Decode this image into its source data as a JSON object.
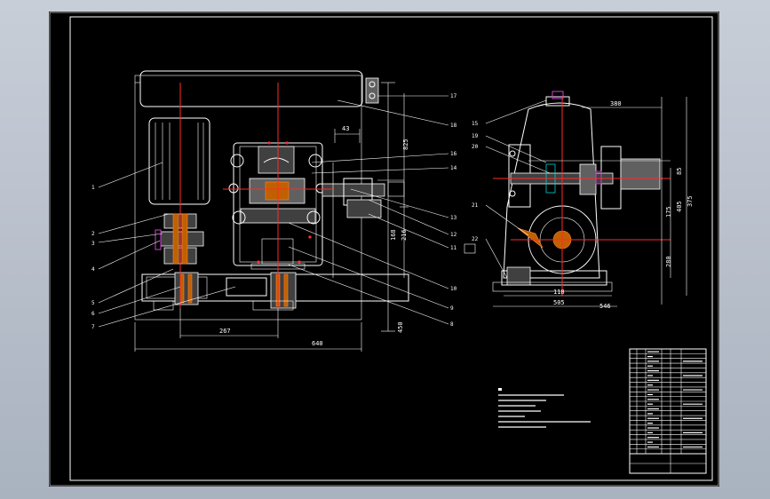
{
  "callouts_left": [
    "1",
    "2",
    "3",
    "4",
    "5",
    "6",
    "7"
  ],
  "callouts_mid_right": [
    "17",
    "18",
    "16",
    "14",
    "13",
    "12",
    "11",
    "10",
    "9",
    "8"
  ],
  "callouts_side": [
    "15",
    "19",
    "20",
    "21",
    "22"
  ],
  "dimensions": {
    "d43": "43",
    "d267": "267",
    "d640": "640",
    "d825": "825",
    "d168": "168",
    "d216": "216",
    "d450": "450",
    "d380": "380",
    "d405": "405",
    "d118": "118",
    "d505": "505",
    "d546": "546",
    "d175": "175",
    "d280": "280",
    "d85": "85",
    "d375": "375"
  },
  "colors": {
    "sheet": "#000000",
    "lines": "#ffffff",
    "centerline": "#ff2a2a",
    "accent_cyan": "#00d0d0",
    "accent_magenta": "#d040d0",
    "viewport": "#b8c0cc"
  }
}
